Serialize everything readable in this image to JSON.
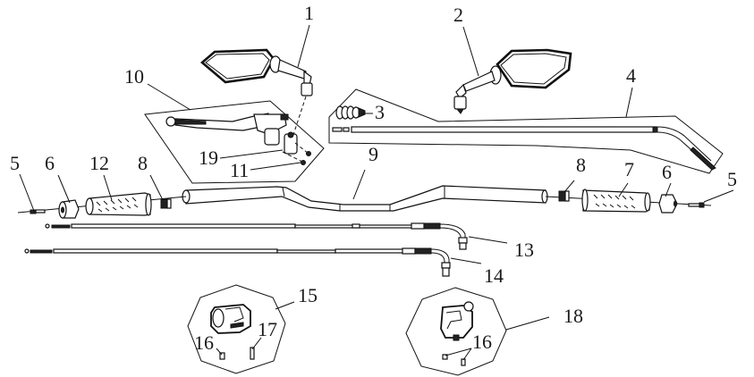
{
  "diagram": {
    "title": "Handlebar assembly exploded view",
    "callouts": [
      {
        "id": "c1",
        "label": "1"
      },
      {
        "id": "c2",
        "label": "2"
      },
      {
        "id": "c3",
        "label": "3"
      },
      {
        "id": "c4",
        "label": "4"
      },
      {
        "id": "c5a",
        "label": "5"
      },
      {
        "id": "c5b",
        "label": "5"
      },
      {
        "id": "c6a",
        "label": "6"
      },
      {
        "id": "c6b",
        "label": "6"
      },
      {
        "id": "c7",
        "label": "7"
      },
      {
        "id": "c8a",
        "label": "8"
      },
      {
        "id": "c8b",
        "label": "8"
      },
      {
        "id": "c9",
        "label": "9"
      },
      {
        "id": "c10",
        "label": "10"
      },
      {
        "id": "c11",
        "label": "11"
      },
      {
        "id": "c12",
        "label": "12"
      },
      {
        "id": "c13",
        "label": "13"
      },
      {
        "id": "c14",
        "label": "14"
      },
      {
        "id": "c15",
        "label": "15"
      },
      {
        "id": "c16a",
        "label": "16"
      },
      {
        "id": "c16b",
        "label": "16"
      },
      {
        "id": "c17",
        "label": "17"
      },
      {
        "id": "c18",
        "label": "18"
      },
      {
        "id": "c19",
        "label": "19"
      }
    ],
    "parts": [
      {
        "number": "1",
        "name": "left-mirror"
      },
      {
        "number": "2",
        "name": "right-mirror"
      },
      {
        "number": "3",
        "name": "cable-boot"
      },
      {
        "number": "4",
        "name": "clutch-cable"
      },
      {
        "number": "5",
        "name": "bar-end-screw"
      },
      {
        "number": "6",
        "name": "bar-end-weight"
      },
      {
        "number": "7",
        "name": "right-grip"
      },
      {
        "number": "8",
        "name": "grip-collar"
      },
      {
        "number": "9",
        "name": "handlebar"
      },
      {
        "number": "10",
        "name": "clutch-lever-assembly"
      },
      {
        "number": "11",
        "name": "lever-bolt"
      },
      {
        "number": "12",
        "name": "left-grip"
      },
      {
        "number": "13",
        "name": "throttle-cable-a"
      },
      {
        "number": "14",
        "name": "throttle-cable-b"
      },
      {
        "number": "15",
        "name": "left-switch-assembly"
      },
      {
        "number": "16",
        "name": "switch-screw"
      },
      {
        "number": "17",
        "name": "switch-pin"
      },
      {
        "number": "18",
        "name": "right-switch-assembly"
      },
      {
        "number": "19",
        "name": "lever-bracket"
      }
    ]
  }
}
